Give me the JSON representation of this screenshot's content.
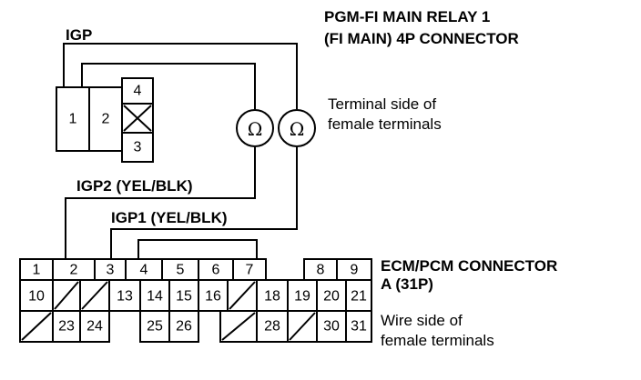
{
  "relay": {
    "title_line1": "PGM-FI MAIN RELAY 1",
    "title_line2": "(FI MAIN) 4P CONNECTOR",
    "terminal_note_line1": "Terminal side  of",
    "terminal_note_line2": "female terminals",
    "pins": {
      "p1": "1",
      "p2": "2",
      "p3": "3",
      "p4": "4"
    }
  },
  "labels": {
    "igp": "IGP",
    "igp2": "IGP2 (YEL/BLK)",
    "igp1": "IGP1 (YEL/BLK)"
  },
  "meters": {
    "symbol": "Ω"
  },
  "ecm": {
    "title_line1": "ECM/PCM CONNECTOR",
    "title_line2": "A (31P)",
    "wire_note_line1": "Wire side  of",
    "wire_note_line2": "female terminals",
    "row1": [
      "1",
      "2",
      "3",
      "4",
      "5",
      "6",
      "7",
      "8",
      "9"
    ],
    "row2": [
      "10",
      "13",
      "14",
      "15",
      "16",
      "18",
      "19",
      "20",
      "21"
    ],
    "row3": [
      "23",
      "24",
      "25",
      "26",
      "28",
      "30",
      "31"
    ]
  }
}
